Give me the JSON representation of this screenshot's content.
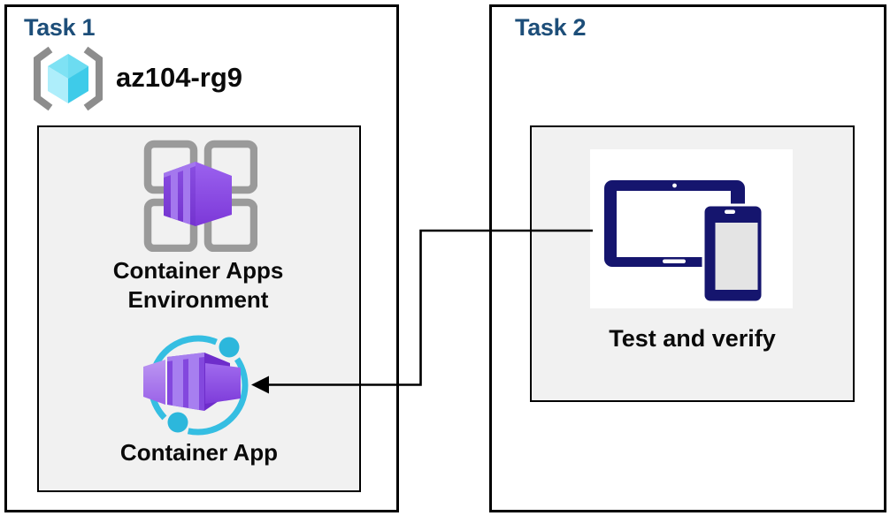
{
  "task1": {
    "title": "Task 1",
    "resource_group_name": "az104-rg9",
    "environment_label": "Container Apps Environment",
    "container_app_label": "Container App"
  },
  "task2": {
    "title": "Task 2",
    "test_label": "Test and verify"
  },
  "connector": {
    "from": "Test and verify devices",
    "to": "Container App",
    "style": "elbow-arrow-left"
  },
  "icons": {
    "resource_group": "resource-group-icon",
    "environment": "container-apps-environment-icon",
    "container_app": "container-app-icon",
    "devices": "devices-icon"
  },
  "colors": {
    "title_blue": "#1D4E79",
    "label_black": "#0A0A0A",
    "panel_fill": "#F1F1F1",
    "border_black": "#000000",
    "device_navy": "#15156E",
    "cyan": "#35BEE2",
    "purple_front": "#7C3BD9",
    "purple_light": "#A478EE",
    "bracket_gray": "#8D8D8D",
    "grid_gray": "#9A9A9A",
    "cube_top": "#7EE2F4",
    "cube_left": "#AEEEFB",
    "cube_right": "#3ECBE9"
  }
}
